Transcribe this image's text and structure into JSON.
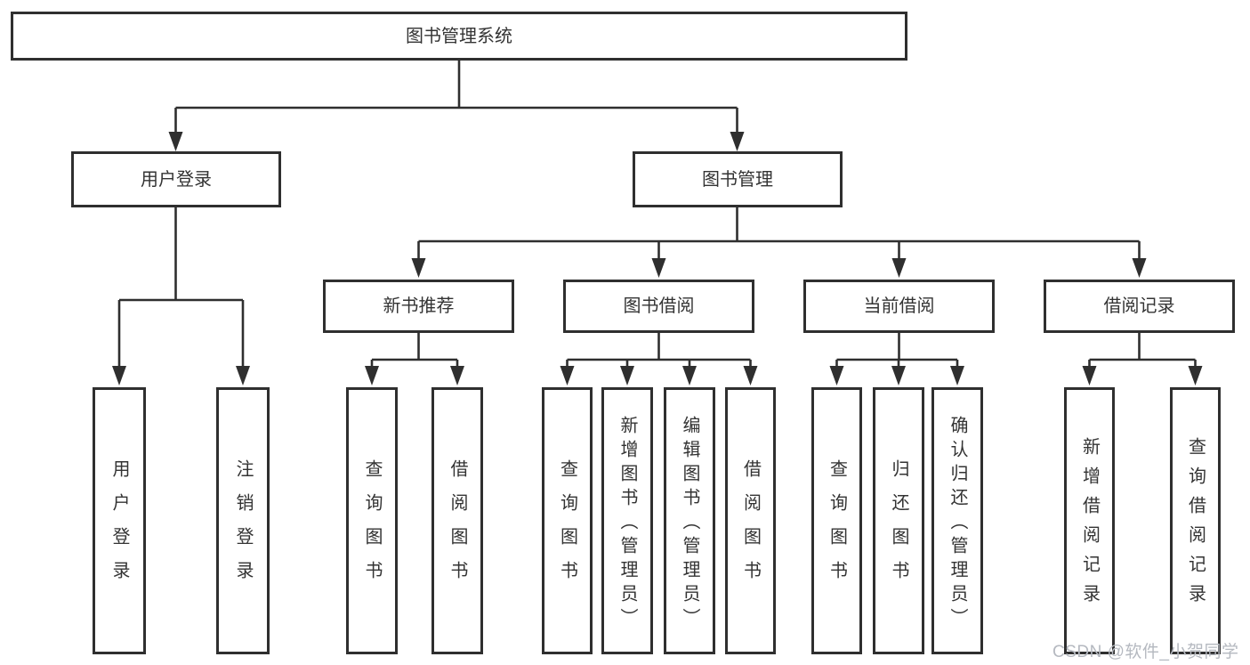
{
  "diagram": {
    "root": {
      "label": "图书管理系统"
    },
    "branches": [
      {
        "label": "用户登录",
        "children": [
          {
            "label": "用户登录"
          },
          {
            "label": "注销登录"
          }
        ]
      },
      {
        "label": "图书管理",
        "children": [
          {
            "label": "新书推荐",
            "children": [
              {
                "label": "查询图书"
              },
              {
                "label": "借阅图书"
              }
            ]
          },
          {
            "label": "图书借阅",
            "children": [
              {
                "label": "查询图书"
              },
              {
                "label": "新增图书（管理员）"
              },
              {
                "label": "编辑图书（管理员）"
              },
              {
                "label": "借阅图书"
              }
            ]
          },
          {
            "label": "当前借阅",
            "children": [
              {
                "label": "查询图书"
              },
              {
                "label": "归还图书"
              },
              {
                "label": "确认归还（管理员）"
              }
            ]
          },
          {
            "label": "借阅记录",
            "children": [
              {
                "label": "新增借阅记录"
              },
              {
                "label": "查询借阅记录"
              }
            ]
          }
        ]
      }
    ]
  },
  "watermark": {
    "text": "CSDN @软件_小贺同学"
  },
  "colors": {
    "line": "#2f2f2f",
    "box_border": "#2f2f2f",
    "box_fill": "#ffffff",
    "text": "#333333",
    "watermark": "#b5b9c0"
  }
}
